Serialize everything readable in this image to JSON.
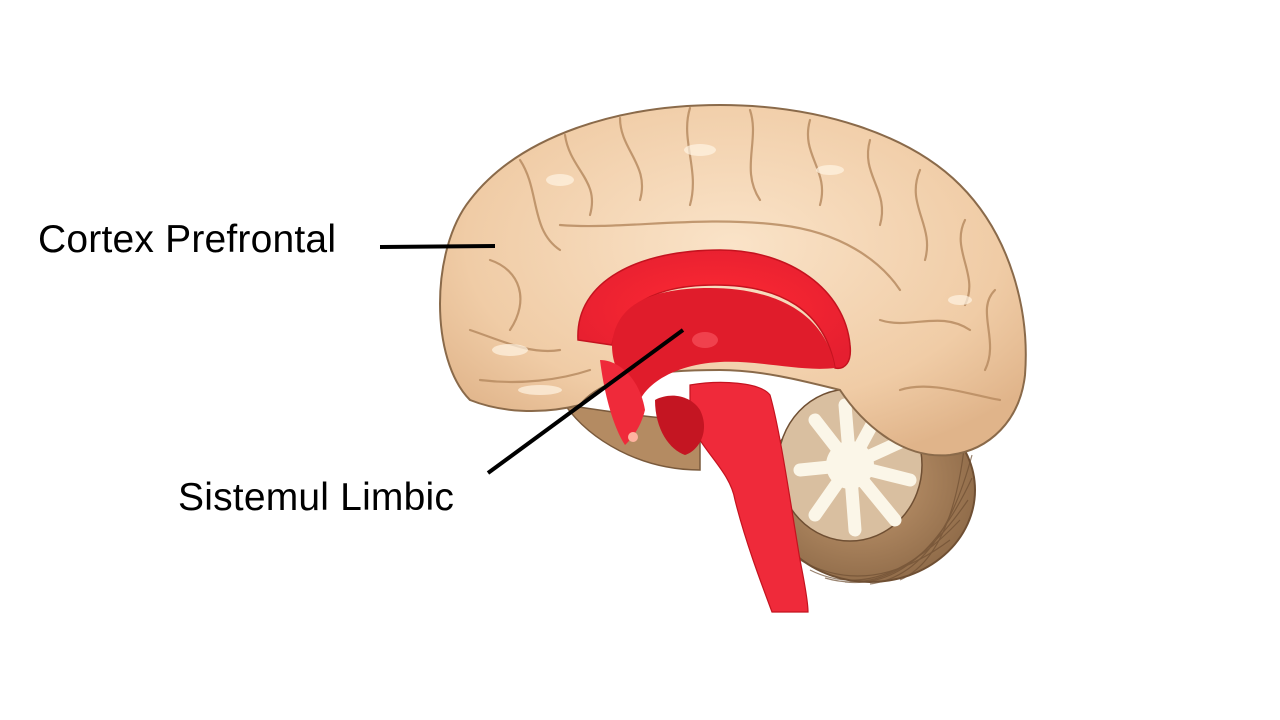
{
  "diagram": {
    "subject": "Sagittal (medial) section of the human brain",
    "labels": [
      {
        "id": "cortex-prefrontal",
        "text": "Cortex Prefrontal",
        "points_to": "prefrontal cortex (frontal lobe)"
      },
      {
        "id": "sistemul-limbic",
        "text": "Sistemul Limbic",
        "points_to": "limbic system (highlighted red)"
      }
    ],
    "colors": {
      "background": "#ffffff",
      "cortex": "#f3d2b0",
      "cortex_shade": "#d9ad84",
      "cortex_outline": "#8a6a4a",
      "limbic_highlight": "#ef2a3a",
      "limbic_dark": "#d81e2c",
      "cerebellum_outer": "#a9845e",
      "cerebellum_white": "#fbf6e8",
      "leader_line": "#000000"
    }
  }
}
